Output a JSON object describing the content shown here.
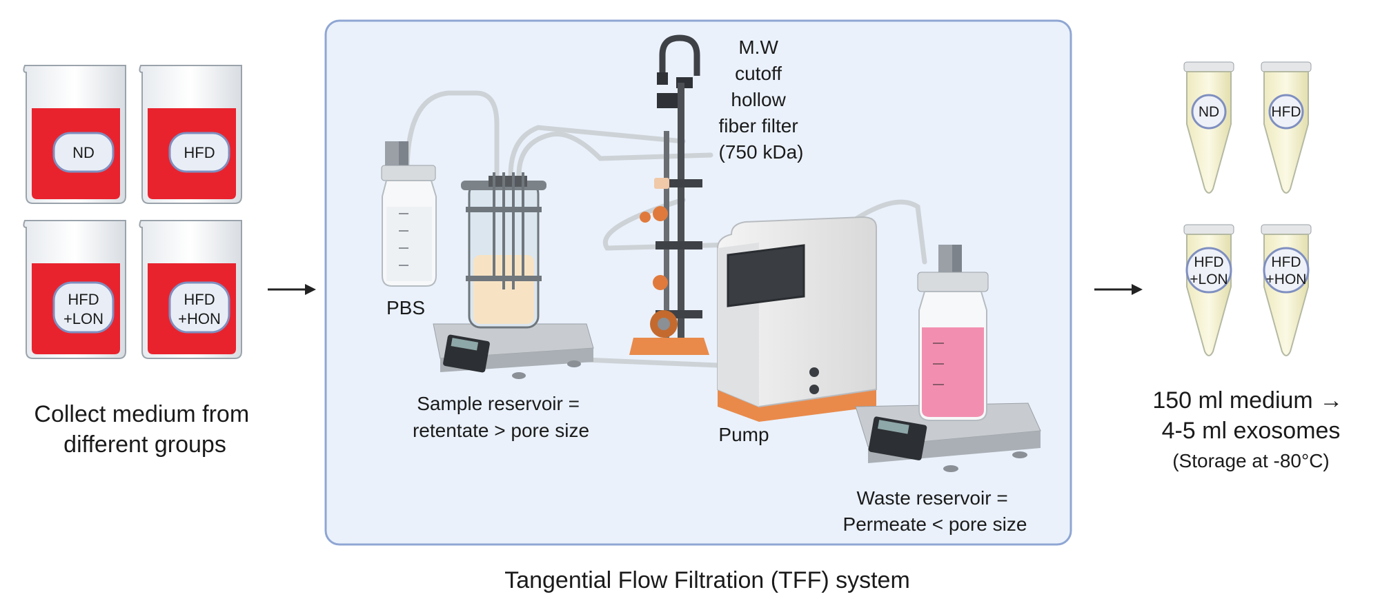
{
  "step1": {
    "caption_lines": [
      "Collect medium from",
      "different groups"
    ],
    "beakers": [
      {
        "label_lines": [
          "ND"
        ]
      },
      {
        "label_lines": [
          "HFD"
        ]
      },
      {
        "label_lines": [
          "HFD",
          "+LON"
        ]
      },
      {
        "label_lines": [
          "HFD",
          "+HON"
        ]
      }
    ]
  },
  "tff": {
    "title": "Tangential Flow Filtration (TFF) system",
    "pbs_label": "PBS",
    "filter_label_lines": [
      "M.W",
      "cutoff",
      "hollow",
      "fiber filter",
      "(750 kDa)"
    ],
    "sample_label_lines": [
      "Sample reservoir =",
      "retentate > pore size"
    ],
    "pump_label": "Pump",
    "waste_label_lines": [
      "Waste reservoir =",
      "Permeate < pore size"
    ]
  },
  "step3": {
    "tubes": [
      {
        "label_lines": [
          "ND"
        ]
      },
      {
        "label_lines": [
          "HFD"
        ]
      },
      {
        "label_lines": [
          "HFD",
          "+LON"
        ]
      },
      {
        "label_lines": [
          "HFD",
          "+HON"
        ]
      }
    ],
    "result_lines": [
      "150 ml medium →",
      "4-5 ml exosomes"
    ],
    "storage_note": "(Storage at -80°C)"
  },
  "colors": {
    "medium_red": "#e8232e",
    "panel_fill": "#eaf1fb",
    "panel_border": "#8fa6d3",
    "label_ring": "#7f8fc0",
    "waste_pink": "#f28fb0",
    "exosome_yellow": "#f3f0c8",
    "pump_base_orange": "#e98a4b"
  }
}
